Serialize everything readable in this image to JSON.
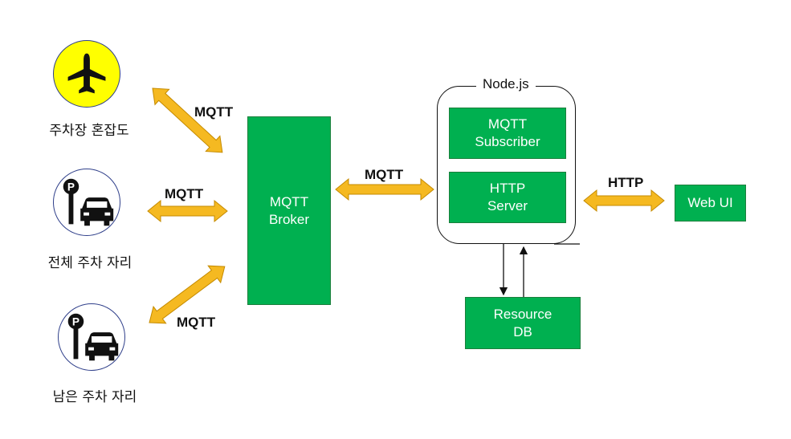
{
  "colors": {
    "green": "#00b050",
    "arrow_fill": "#f5b921",
    "arrow_stroke": "#c48a00",
    "yellow_circle": "#ffff00"
  },
  "devices": [
    {
      "id": "congestion",
      "icon": "airplane-icon",
      "label": "주차장 혼잡도"
    },
    {
      "id": "total",
      "icon": "parking-car-icon",
      "label": "전체 주차 자리"
    },
    {
      "id": "remaining",
      "icon": "parking-car-icon",
      "label": "남은 주차 자리"
    }
  ],
  "protocols": {
    "mqtt_top": "MQTT",
    "mqtt_middle": "MQTT",
    "mqtt_bottom": "MQTT",
    "mqtt_broker_node": "MQTT",
    "http": "HTTP"
  },
  "broker": {
    "line1": "MQTT",
    "line2": "Broker"
  },
  "node": {
    "title": "Node.js",
    "subscriber": {
      "line1": "MQTT",
      "line2": "Subscriber"
    },
    "server": {
      "line1": "HTTP",
      "line2": "Server"
    }
  },
  "db": {
    "line1": "Resource",
    "line2": "DB"
  },
  "webui": {
    "label": "Web UI"
  }
}
